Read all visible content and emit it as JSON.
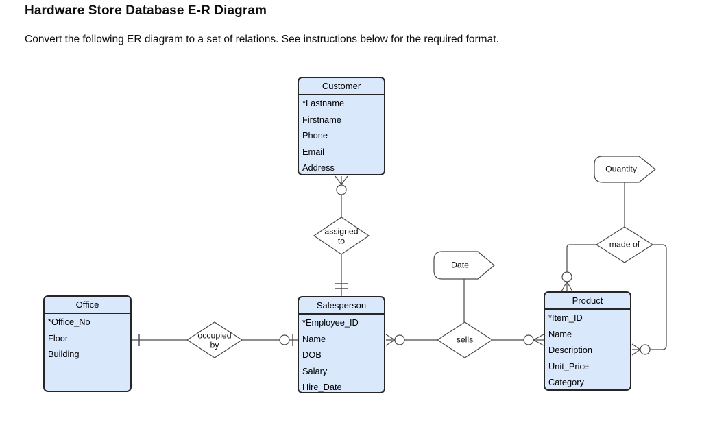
{
  "page": {
    "title": "Hardware Store Database E-R Diagram",
    "instruction": "Convert the following ER diagram to a set of relations. See instructions below for the required format."
  },
  "colors": {
    "entity_fill": "#dae8fc",
    "entity_border": "#262626",
    "line": "#4a4a4a",
    "shape_fill": "#ffffff",
    "background": "#ffffff",
    "text": "#0d0d0d"
  },
  "entities": [
    {
      "id": "customer",
      "name": "Customer",
      "attributes": [
        "*Lastname",
        "Firstname",
        "Phone",
        "Email",
        "Address"
      ]
    },
    {
      "id": "office",
      "name": "Office",
      "attributes": [
        "*Office_No",
        "Floor",
        "Building"
      ]
    },
    {
      "id": "salesperson",
      "name": "Salesperson",
      "attributes": [
        "*Employee_ID",
        "Name",
        "DOB",
        "Salary",
        "Hire_Date"
      ]
    },
    {
      "id": "product",
      "name": "Product",
      "attributes": [
        "*Item_ID",
        "Name",
        "Description",
        "Unit_Price",
        "Category"
      ]
    }
  ],
  "relationships": [
    {
      "id": "assigned-to",
      "label": "assigned\nto"
    },
    {
      "id": "occupied-by",
      "label": "occupied\nby"
    },
    {
      "id": "sells",
      "label": "sells"
    },
    {
      "id": "made-of",
      "label": "made of"
    }
  ],
  "relationship_attributes": [
    {
      "id": "date",
      "label": "Date"
    },
    {
      "id": "quantity",
      "label": "Quantity"
    }
  ]
}
